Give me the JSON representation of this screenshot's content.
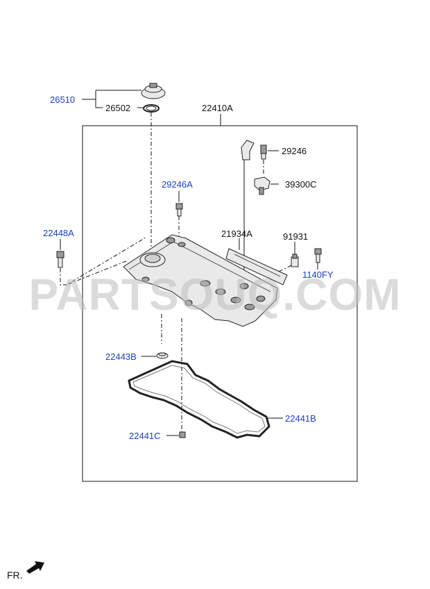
{
  "watermark": "PARTSOUQ.COM",
  "direction": {
    "label": "FR.",
    "icon": "front-direction-arrow-icon"
  },
  "assembly_label": "22410A",
  "parts": [
    {
      "code": "26510"
    },
    {
      "code": "26502"
    },
    {
      "code": "22410A"
    },
    {
      "code": "29246"
    },
    {
      "code": "39300C"
    },
    {
      "code": "29246A"
    },
    {
      "code": "22448A"
    },
    {
      "code": "21934A"
    },
    {
      "code": "91931"
    },
    {
      "code": "1140FY"
    },
    {
      "code": "22443B"
    },
    {
      "code": "22441B"
    },
    {
      "code": "22441C"
    }
  ],
  "colors": {
    "label": "#1a3fc4",
    "line": "#111111",
    "watermark": "#bdbdbd"
  }
}
